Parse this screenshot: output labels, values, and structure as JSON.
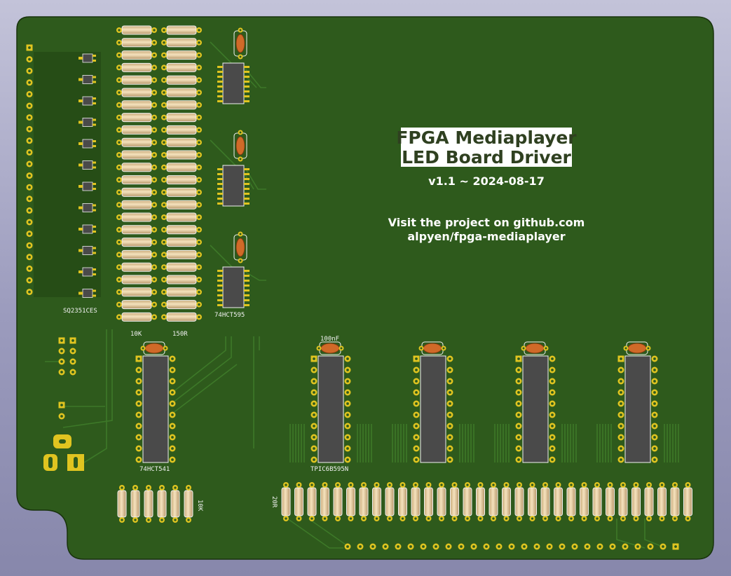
{
  "board": {
    "title_line1": "FPGA Mediaplayer",
    "title_line2": "LED Board Driver",
    "version": "v1.1 ~ 2024-08-17",
    "visit_line1": "Visit the project on github.com",
    "visit_line2": "alpyen/fpga-mediaplayer"
  },
  "silkscreen": {
    "mosfet": "SQ2351CES",
    "res_10k_top": "10K",
    "res_150r": "150R",
    "shift_reg": "74HCT595",
    "buffer": "74HCT541",
    "cap": "100nF",
    "tpic": "TPIC6B595N",
    "res_10k_bottom": "10K",
    "res_20r": "20R"
  },
  "colors": {
    "board": "#2e5a1c",
    "pour": "#295217",
    "trace": "#3d7a28",
    "pad": "#e0c420",
    "resistor": "#ecd2a2",
    "capacitor": "#d06a28",
    "chip": "#4a4a4a",
    "silk": "#f2f2f2"
  }
}
